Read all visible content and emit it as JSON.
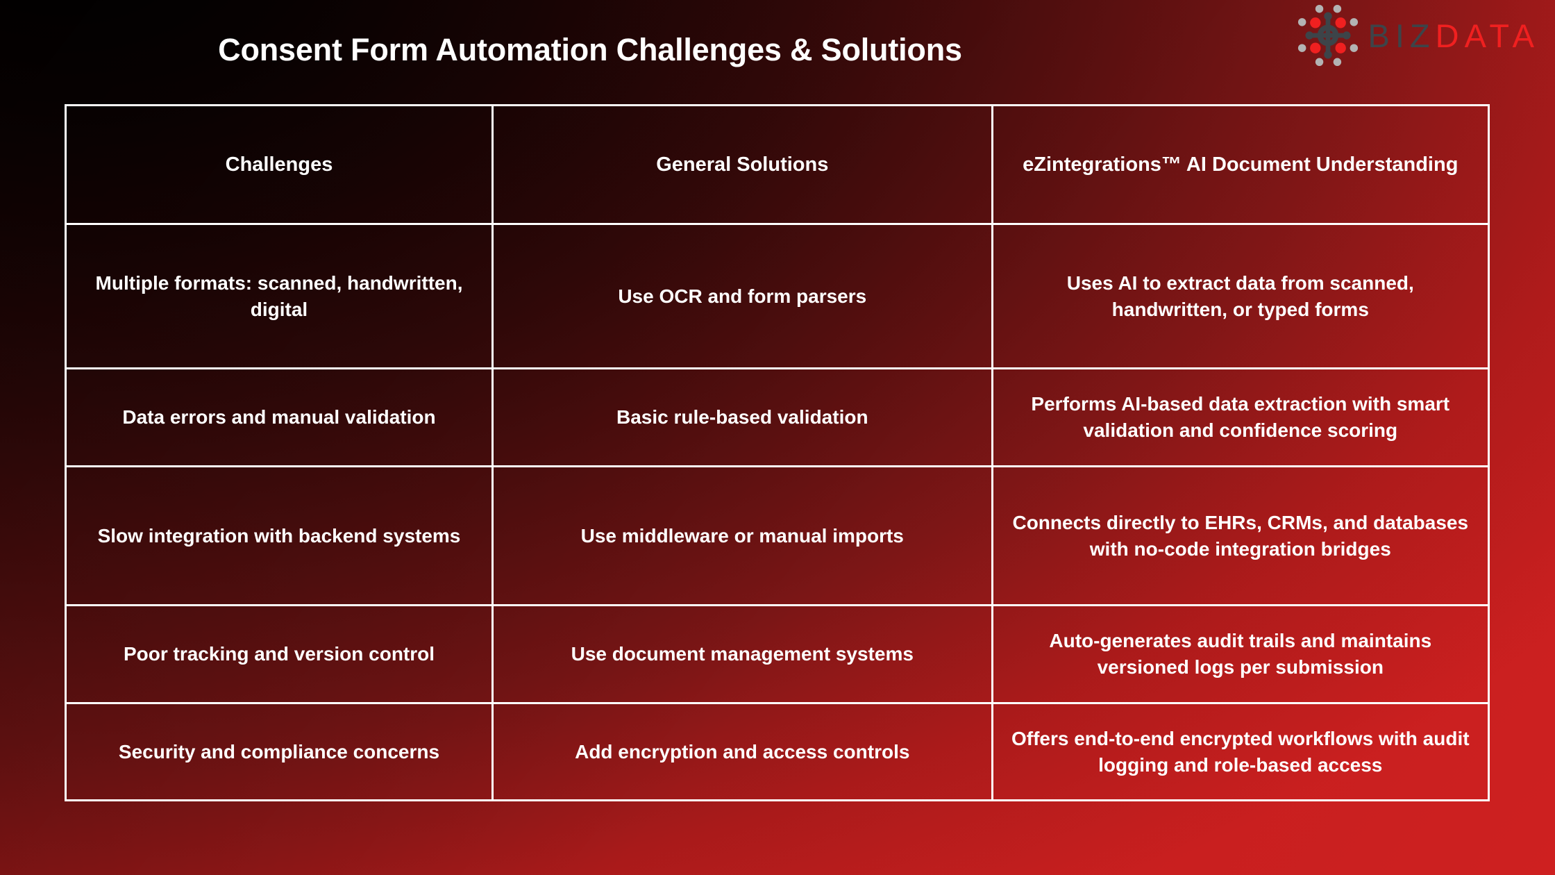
{
  "slide": {
    "title": "Consent Form Automation Challenges & Solutions",
    "background": {
      "gradient_from": "#000000",
      "gradient_to": "#c61f1f",
      "direction": "top-left to bottom-right"
    }
  },
  "logo": {
    "name": "bizdata-logo",
    "text_part_1": "BIZ",
    "text_part_2": "DATA",
    "color_part_1": "#3d4449",
    "color_part_2": "#f02020",
    "mark_colors": {
      "hub": "#3d4449",
      "inner_dots": "#f02020",
      "outer_dots": "#b0b0b0",
      "spoke_dots": "#3d4449"
    }
  },
  "table": {
    "border_color": "#ffffff",
    "text_color": "#ffffff",
    "headers": [
      "Challenges",
      "General Solutions",
      "eZintegrations™ AI Document Understanding"
    ],
    "rows": [
      {
        "challenge": "Multiple formats: scanned, handwritten, digital",
        "general_solution": "Use OCR and form parsers",
        "ezintegrations": "Uses AI to extract data from scanned, handwritten, or typed forms"
      },
      {
        "challenge": "Data errors and manual validation",
        "general_solution": "Basic rule-based validation",
        "ezintegrations": "Performs AI-based data extraction with smart validation and confidence scoring"
      },
      {
        "challenge": "Slow integration with backend systems",
        "general_solution": "Use middleware or manual imports",
        "ezintegrations": "Connects directly to EHRs, CRMs, and databases with no-code integration bridges"
      },
      {
        "challenge": "Poor tracking and version control",
        "general_solution": "Use document management systems",
        "ezintegrations": "Auto-generates audit trails and maintains versioned logs per submission"
      },
      {
        "challenge": "Security and compliance concerns",
        "general_solution": "Add encryption and access controls",
        "ezintegrations": "Offers end-to-end encrypted workflows with audit logging and role-based access"
      }
    ]
  }
}
